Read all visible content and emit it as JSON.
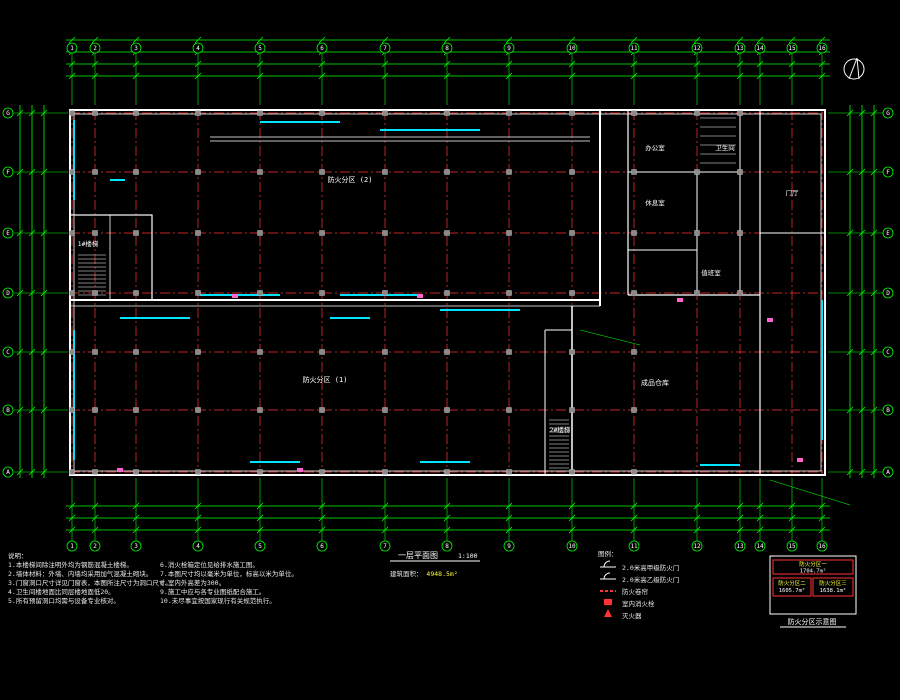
{
  "drawing": {
    "plan_title": "一层平面图",
    "plan_scale": "1:100",
    "col_axes": [
      "1",
      "2",
      "3",
      "4",
      "5",
      "6",
      "7",
      "8",
      "9",
      "10",
      "11",
      "12",
      "13",
      "14",
      "15",
      "16"
    ],
    "row_axes": [
      "A",
      "B",
      "C",
      "D",
      "E",
      "F",
      "G"
    ],
    "rooms": {
      "workshop_upper": "防火分区 (2)",
      "workshop_lower": "防火分区 (1)",
      "hall_right": "成品仓库",
      "stair_1": "1#楼梯",
      "stair_2": "2#楼梯",
      "office_a": "办公室",
      "office_b": "休息室",
      "toilet": "卫生间",
      "entry": "门厅",
      "duty": "值班室"
    },
    "notes_heading": "说明：",
    "notes": [
      "1.本楼梯间除注明外均为钢筋混凝土楼梯。",
      "2.墙体材料：外墙、内墙均采用加气混凝土砌块。",
      "3.门窗洞口尺寸详见门窗表，本图所注尺寸为洞口尺寸。",
      "4.卫生间楼地面比同层楼地面低20。",
      "5.所有预留洞口均需与设备专业核对。",
      "6.消火栓箱定位见给排水施工图。",
      "7.本图尺寸均以毫米为单位，标高以米为单位。",
      "8.室内外高差为300。",
      "9.施工中应与各专业图纸配合施工。",
      "10.未尽事宜按国家现行有关规范执行。"
    ],
    "legend_heading": "图例：",
    "legend": [
      "2.0米高甲级防火门",
      "2.0米高乙级防火门",
      "防火卷帘",
      "室内消火栓",
      "灭火器"
    ],
    "fire_zone_title": "防火分区示意图",
    "fire_zone_1": "防火分区一",
    "fire_zone_1_area": "1704.7m²",
    "fire_zone_2": "防火分区二",
    "fire_zone_2_area": "1605.7m²",
    "fire_zone_3": "防火分区三",
    "fire_zone_3_area": "1638.1m²",
    "building_area_label": "建筑面积：",
    "building_area": "4948.5m²"
  },
  "colors": {
    "dim": "#00ff00",
    "wall": "#ffffff",
    "grid": "#ff3333",
    "column": "#8a8a8a",
    "window": "#00e5ff",
    "accent": "#ffff33",
    "pink": "#ff66cc"
  }
}
